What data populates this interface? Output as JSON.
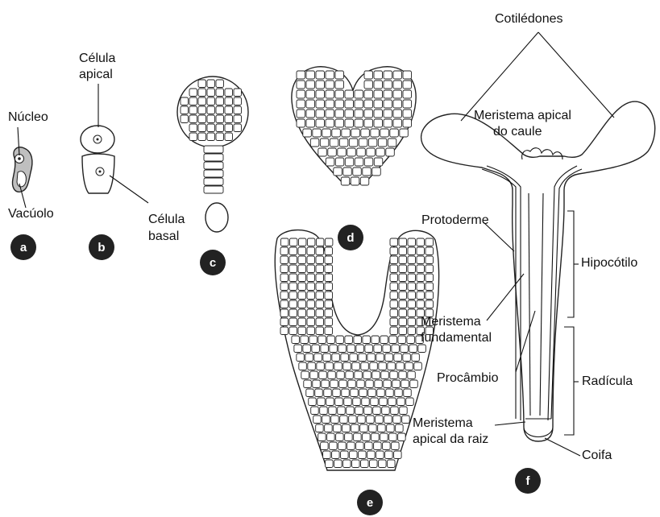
{
  "labels": {
    "nucleo": "Núcleo",
    "vacuolo": "Vacúolo",
    "celula_apical_1": "Célula",
    "celula_apical_2": "apical",
    "celula_basal_1": "Célula",
    "celula_basal_2": "basal",
    "cotiledones": "Cotilédones",
    "meristema_apical_caule_1": "Meristema apical",
    "meristema_apical_caule_2": "do caule",
    "protoderme": "Protoderme",
    "hipocotilo": "Hipocótilo",
    "meristema_fundamental_1": "Meristema",
    "meristema_fundamental_2": "fundamental",
    "procambio": "Procâmbio",
    "radicula": "Radícula",
    "meristema_apical_raiz_1": "Meristema",
    "meristema_apical_raiz_2": "apical da raiz",
    "coifa": "Coifa"
  },
  "badges": {
    "a": "a",
    "b": "b",
    "c": "c",
    "d": "d",
    "e": "e",
    "f": "f"
  }
}
